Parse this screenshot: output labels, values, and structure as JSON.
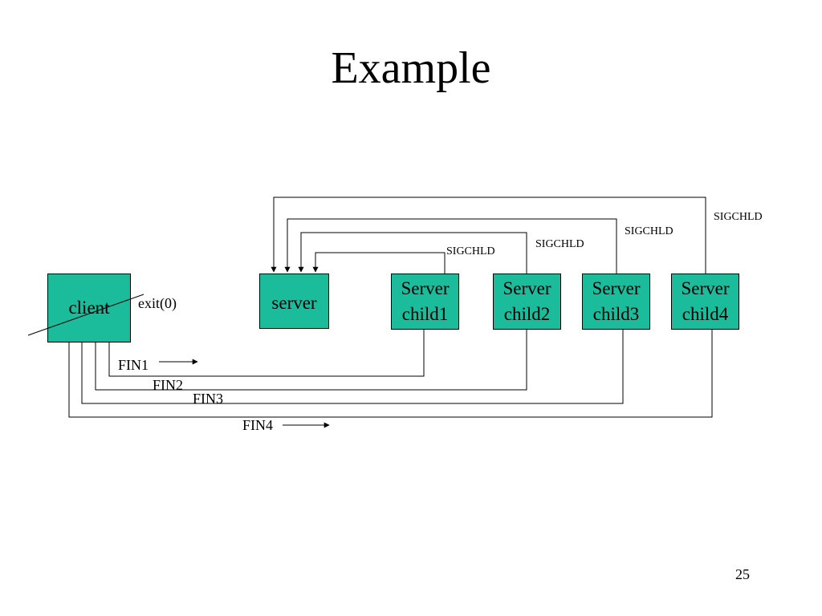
{
  "title": "Example",
  "page_number": "25",
  "colors": {
    "box_fill": "#1abc9c",
    "line": "#000000"
  },
  "nodes": {
    "client": {
      "label": "client"
    },
    "server": {
      "label": "server"
    },
    "child1": {
      "line1": "Server",
      "line2": "child1"
    },
    "child2": {
      "line1": "Server",
      "line2": "child2"
    },
    "child3": {
      "line1": "Server",
      "line2": "child3"
    },
    "child4": {
      "line1": "Server",
      "line2": "child4"
    }
  },
  "edges": {
    "exit_label": "exit(0)",
    "sigchld": [
      "SIGCHLD",
      "SIGCHLD",
      "SIGCHLD",
      "SIGCHLD"
    ],
    "fin": [
      "FIN1",
      "FIN2",
      "FIN3",
      "FIN4"
    ]
  }
}
